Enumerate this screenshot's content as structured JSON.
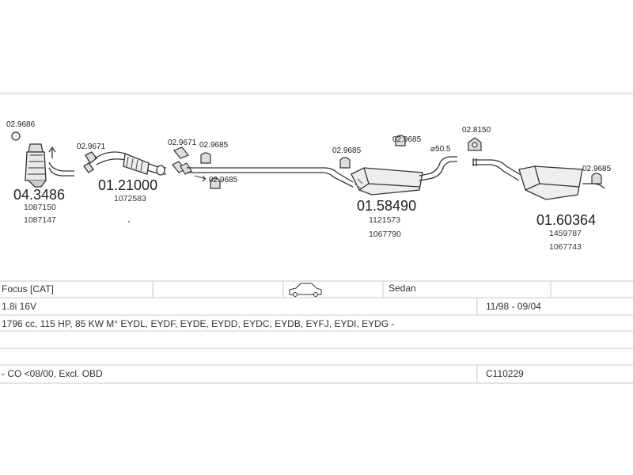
{
  "parts": {
    "clamp_top_left": "02.9686",
    "cat_code": "04.3486",
    "cat_ref1": "1087150",
    "cat_ref2": "1087147",
    "clamp_front_pipe": "02.9671",
    "front_pipe_code": "01.21000",
    "front_pipe_ref": "1072583",
    "clamp_mid_a": "02.9671",
    "clamp_mid_b": "02.9685",
    "clamp_mid_c": "02.9685",
    "mount_center_left": "02.9685",
    "mount_center_right": "02.9685",
    "diameter_label": "⌀50.5",
    "center_box_code": "01.58490",
    "center_box_ref1": "1121573",
    "center_box_ref2": "1067790",
    "clamp_rear_top": "02.8150",
    "mount_rear": "02.9685",
    "rear_box_code": "01.60364",
    "rear_box_ref1": "1459787",
    "rear_box_ref2": "1067743"
  },
  "vehicle": {
    "model": "Focus  [CAT]",
    "body": "Sedan",
    "engine": "1.8i 16V",
    "years": "11/98 - 09/04",
    "specs": "1796 cc, 115 HP, 85 KW M° EYDL, EYDF, EYDE, EYDD, EYDC, EYDB, EYFJ, EYDI, EYDG -",
    "notes": "- CO <08/00, Excl. OBD",
    "kit_code": "C110229"
  },
  "icons": {
    "car": "sedan-car-icon"
  }
}
